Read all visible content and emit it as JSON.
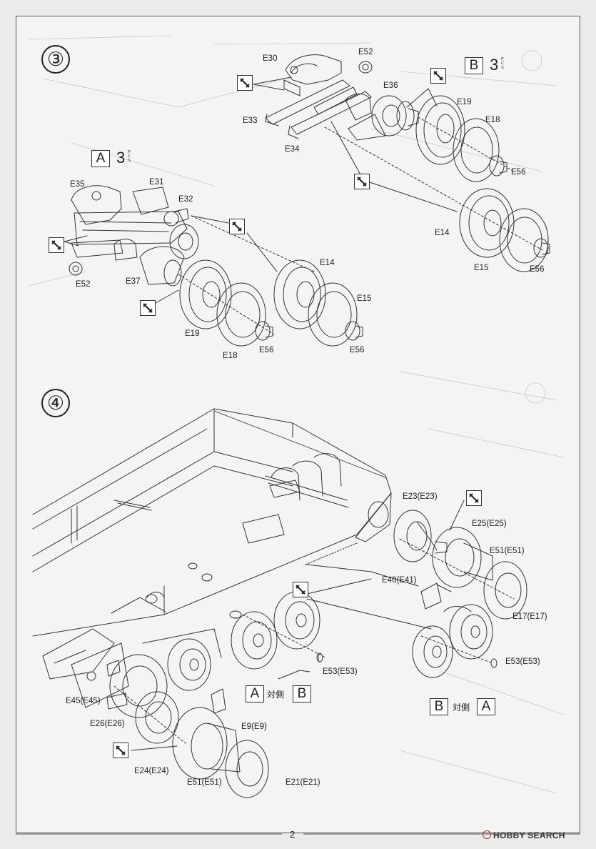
{
  "steps": {
    "three": {
      "number": "③",
      "group_b": {
        "box": "B",
        "qty": "3",
        "pcs": [
          "P",
          "C",
          "S"
        ]
      },
      "group_a": {
        "box": "A",
        "qty": "3",
        "pcs": [
          "P",
          "C",
          "S"
        ]
      },
      "labels": {
        "e30": "E30",
        "e52_top": "E52",
        "e33": "E33",
        "e34": "E34",
        "e36": "E36",
        "e19_top": "E19",
        "e18_top": "E18",
        "e56_top": "E56",
        "e14_right": "E14",
        "e15_right": "E15",
        "e56_right": "E56",
        "e35": "E35",
        "e31": "E31",
        "e32": "E32",
        "e52_left": "E52",
        "e37": "E37",
        "e19_left": "E19",
        "e18_left": "E18",
        "e56_left": "E56",
        "e14_mid": "E14",
        "e15_mid": "E15",
        "e56_mid": "E56"
      }
    },
    "four": {
      "number": "④",
      "labels": {
        "e23": "E23(E23)",
        "e25": "E25(E25)",
        "e51_top": "E51(E51)",
        "e40": "E40(E41)",
        "e17": "E17(E17)",
        "e53_right": "E53(E53)",
        "e53_mid": "E53(E53)",
        "e45": "E45(E45)",
        "e26": "E26(E26)",
        "e9": "E9(E9)",
        "e24": "E24(E24)",
        "e51_bottom": "E51(E51)",
        "e21": "E21(E21)"
      },
      "mirror_1": {
        "box_a": "A",
        "text": "対側",
        "box_b": "B"
      },
      "mirror_2": {
        "box_b": "B",
        "text": "対側",
        "box_a": "A"
      }
    }
  },
  "footer": {
    "page_number": "2",
    "watermark": "HOBBY SEARCH"
  }
}
